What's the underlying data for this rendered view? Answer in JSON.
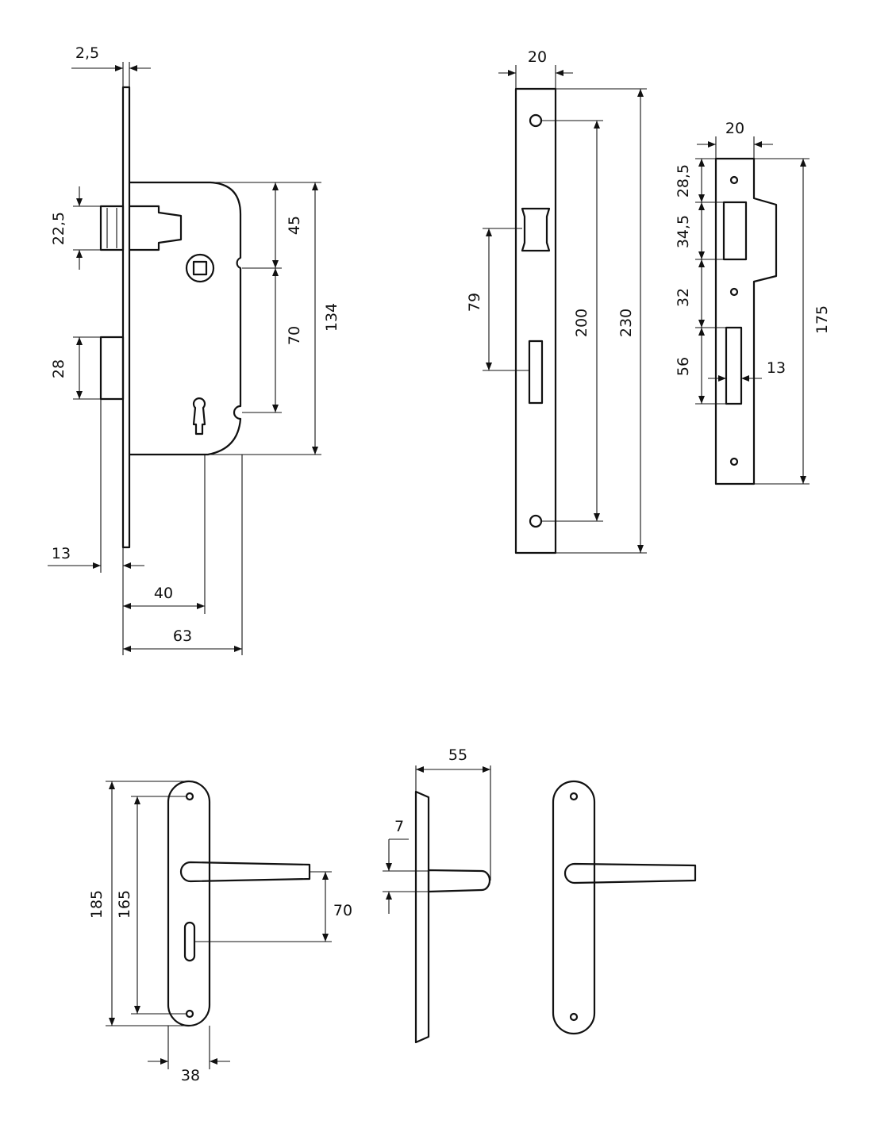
{
  "lock_body": {
    "faceplate_thickness": "2,5",
    "latch_height": "22,5",
    "spindle_to_top": "45",
    "spindle_to_keyhole": "70",
    "case_height": "134",
    "deadbolt_height": "28",
    "bolt_projection": "13",
    "backset": "40",
    "case_depth": "63"
  },
  "faceplate": {
    "width": "20",
    "slot_spacing": "79",
    "screw_spacing": "200",
    "length": "230"
  },
  "strike_plate": {
    "width": "20",
    "top_offset": "28,5",
    "latch_slot": "34,5",
    "gap": "32",
    "bolt_slot": "56",
    "bolt_slot_width": "13",
    "length": "175"
  },
  "handle_front": {
    "length": "185",
    "screw_spacing": "165",
    "handle_to_keyhole": "70",
    "width": "38"
  },
  "handle_side": {
    "projection": "55",
    "lever_thickness": "7"
  }
}
